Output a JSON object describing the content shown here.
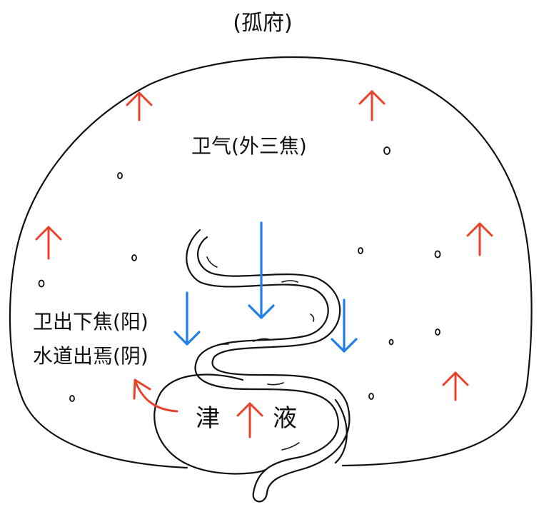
{
  "title": "(孤府)",
  "labels": {
    "wei_qi": "卫气(外三焦)",
    "line1": "卫出下焦(阳)",
    "line2": "水道出焉(阴)",
    "jin": "津",
    "ye": "液"
  },
  "colors": {
    "dome_fill": "#eef3f8",
    "tube_fill": "#e9f1f8",
    "outline": "#111111",
    "up_arrow": "#e8412c",
    "down_arrow": "#1f7fe6"
  }
}
